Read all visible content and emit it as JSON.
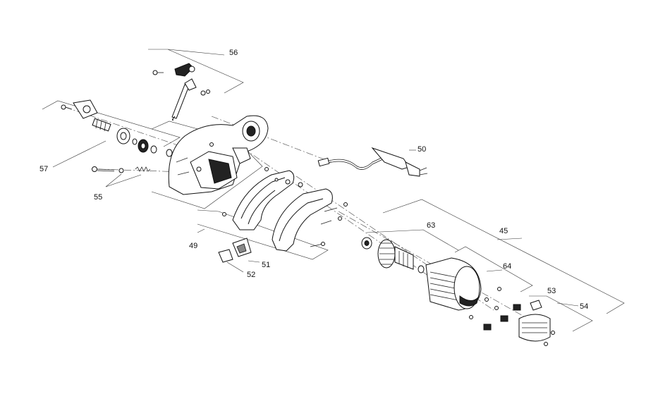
{
  "callouts": {
    "c45": "45",
    "c49": "49",
    "c50": "50",
    "c51": "51",
    "c52": "52",
    "c53": "53",
    "c54": "54",
    "c55": "55",
    "c56": "56",
    "c57": "57",
    "c63": "63",
    "c64": "64"
  },
  "colors": {
    "line": "#222222",
    "fill": "#ffffff",
    "dark": "#222222"
  }
}
